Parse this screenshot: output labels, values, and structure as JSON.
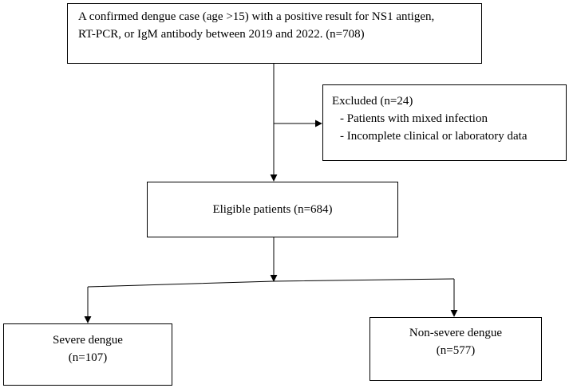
{
  "nodes": {
    "top": {
      "line1": "A confirmed dengue case (age >15) with a positive result for NS1 antigen,",
      "line2": "RT-PCR, or IgM antibody between 2019 and 2022. (n=708)"
    },
    "excluded": {
      "title": "Excluded (n=24)",
      "items": [
        "- Patients with mixed infection",
        "- Incomplete clinical or laboratory data"
      ]
    },
    "eligible": {
      "label": "Eligible patients (n=684)"
    },
    "severe": {
      "label": "Severe dengue",
      "count": "(n=107)"
    },
    "nonsevere": {
      "label": "Non-severe dengue",
      "count": "(n=577)"
    }
  }
}
